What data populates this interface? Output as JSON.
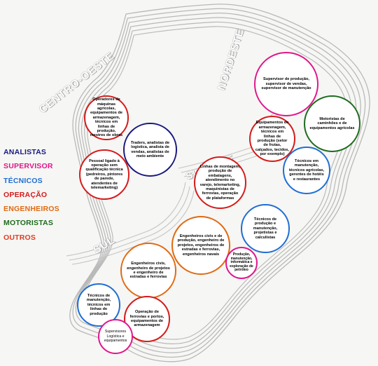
{
  "legend": [
    {
      "label": "ANALISTAS",
      "color": "#1a1a7e"
    },
    {
      "label": "SUPERVISOR",
      "color": "#e0178b"
    },
    {
      "label": "TÉCNICOS",
      "color": "#1f6ed4"
    },
    {
      "label": "OPERAÇÃO",
      "color": "#d41c1c"
    },
    {
      "label": "ENGENHEIROS",
      "color": "#e06a12"
    },
    {
      "label": "MOTORISTAS",
      "color": "#1e6b1e"
    },
    {
      "label": "OUTROS",
      "color": "#e23b22"
    }
  ],
  "regions": {
    "centro_oeste": "CENTRO-OESTE",
    "nordeste": "NORDESTE",
    "sudeste": "SUDESTE",
    "sul": "SUL"
  },
  "bubbles": {
    "co_operadores": {
      "text": "Operadores de máquinas agrícolas, equipamentos de armazenagem, técnicos em linhas de produção, mestres de obras",
      "color": "#d41c1c"
    },
    "co_traders": {
      "text": "Traders, analistas de logística, analista de vendas, analistas de meio ambiente",
      "color": "#1a1a7e"
    },
    "co_pessoal": {
      "text": "Pessoal ligado à operação sem qualificação técnica (pedreiros, pintores de parede, atendentes de telemarketing)",
      "color": "#d41c1c"
    },
    "ne_supervisor": {
      "text": "Supervisor de produção, supervisor de vendas, supervisor de manutenção",
      "color": "#e0178b"
    },
    "ne_equipamentos": {
      "text": "Equipamentos de armazenagem, técnicos em linhas de produção (setor de frutas, calçados, tecidos, por exemplo)",
      "color": "#d41c1c"
    },
    "ne_motoristas": {
      "text": "Motoristas de caminhões e de equipamentos agrícolas",
      "color": "#1e6b1e"
    },
    "ne_tecnicos": {
      "text": "Técnicos em manutenção, técnicos agrícolas, gerentes de hotéis e restaurantes",
      "color": "#1f6ed4"
    },
    "se_linhas": {
      "text": "Linhas de montagem, produção de embalagens, atendimento no varejo, telemarketing, maquinistas de ferrovias, operação de plataformas",
      "color": "#d41c1c"
    },
    "se_engenheiros": {
      "text": "Engenheiros civis e de produção, engenheiro de projetos, engenheiros de estradas e ferrovias, engenheiros navais",
      "color": "#e06a12"
    },
    "se_tecnicos": {
      "text": "Técnicos de produção e manutenção, projetistas e calculistas",
      "color": "#1f6ed4"
    },
    "se_producao": {
      "text": "Produção, manutenção, informática e exploração de petróleo",
      "color": "#e0178b"
    },
    "sul_engenheiros": {
      "text": "Engenheiros civis, engenheiro de projetos e engenheiro de estradas e ferrovias",
      "color": "#e06a12"
    },
    "sul_tecnicos": {
      "text": "Técnicos de manutenção, técnicos em linhas de produção",
      "color": "#1f6ed4"
    },
    "sul_operacao": {
      "text": "Operação de ferrovias e portos, equipamentos de armazenagem",
      "color": "#d41c1c"
    },
    "sul_supervisores": {
      "text": "Supervisores Logística e equipamentos",
      "color": "#e0178b"
    }
  }
}
